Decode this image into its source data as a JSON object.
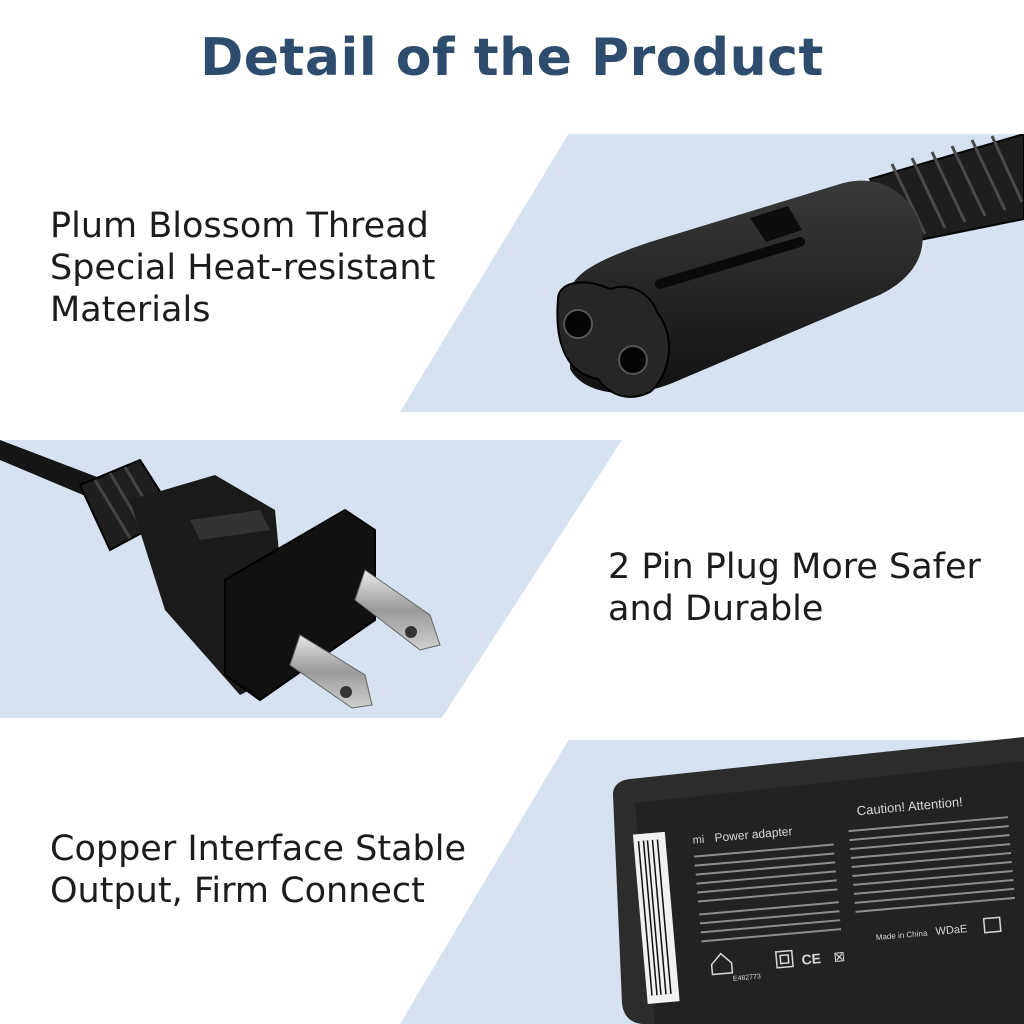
{
  "header": {
    "title": "Detail of the Product"
  },
  "features": [
    {
      "lines": [
        "Plum Blossom Thread",
        "Special Heat-resistant",
        "Materials"
      ],
      "image": "figure-8-connector"
    },
    {
      "lines": [
        "2 Pin Plug More Safer",
        "and Durable"
      ],
      "image": "two-pin-plug"
    },
    {
      "lines": [
        "Copper Interface Stable",
        "Output, Firm Connect"
      ],
      "image": "power-adapter"
    }
  ],
  "adapter_label": {
    "brand": "mi",
    "name": "Power adapter",
    "caution": "Caution!  Attention!",
    "made_in": "Made in China",
    "code": "WDaE",
    "ul_code": "E482773"
  },
  "colors": {
    "title": "#2d4c6e",
    "band": "#d6e2ef",
    "text": "#1c1c1c",
    "product": "#1a1a1a"
  }
}
